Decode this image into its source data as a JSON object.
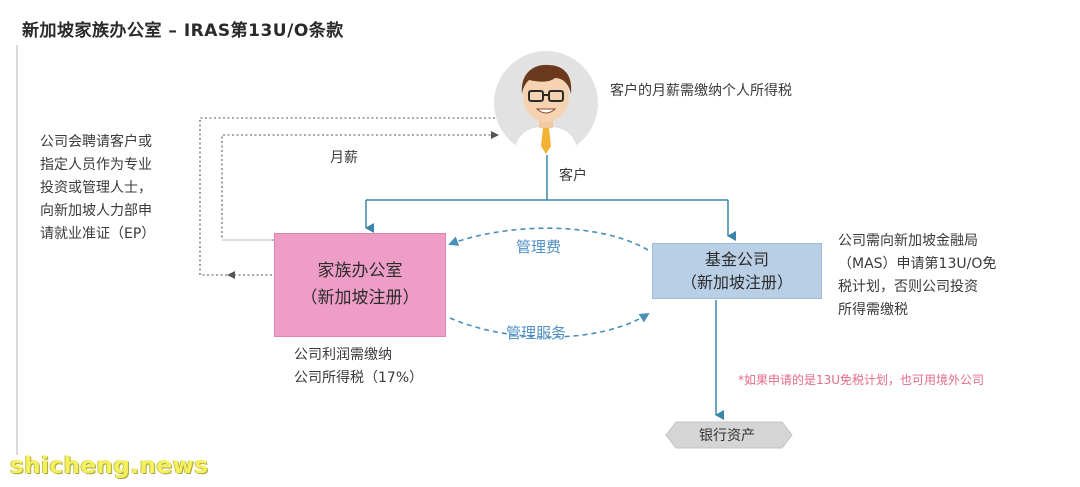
{
  "title": "新加坡家族办公室 – IRAS第13U/O条款",
  "client": {
    "tax_note": "客户的月薪需缴纳个人所得税",
    "label": "客户",
    "avatar_icon": "businessman-avatar-icon"
  },
  "left_note": "公司会聘请客户或\n指定人员作为专业\n投资或管理人士，\n向新加坡人力部申\n请就业准证（EP）",
  "salary_label": "月薪",
  "family_office": {
    "line1": "家族办公室",
    "line2": "（新加坡注册）",
    "tax_note": "公司利润需缴纳\n公司所得税（17%）"
  },
  "fund_company": {
    "line1": "基金公司",
    "line2": "（新加坡注册）",
    "tax_note": "公司需向新加坡金融局\n（MAS）申请第13U/O免\n税计划，否则公司投资\n所得需缴税"
  },
  "management_fee": "管理费",
  "management_service": "管理服务",
  "overseas_note": "*如果申请的是13U免税计划，也可用境外公司",
  "bank_assets": "银行资产",
  "watermark": "shicheng.news",
  "colors": {
    "family_box": "#ee9ec6",
    "fund_box": "#b9cfe6",
    "arrow_blue": "#3a86a8",
    "dashed_blue": "#4a90b8",
    "note_red": "#e36b8a"
  }
}
